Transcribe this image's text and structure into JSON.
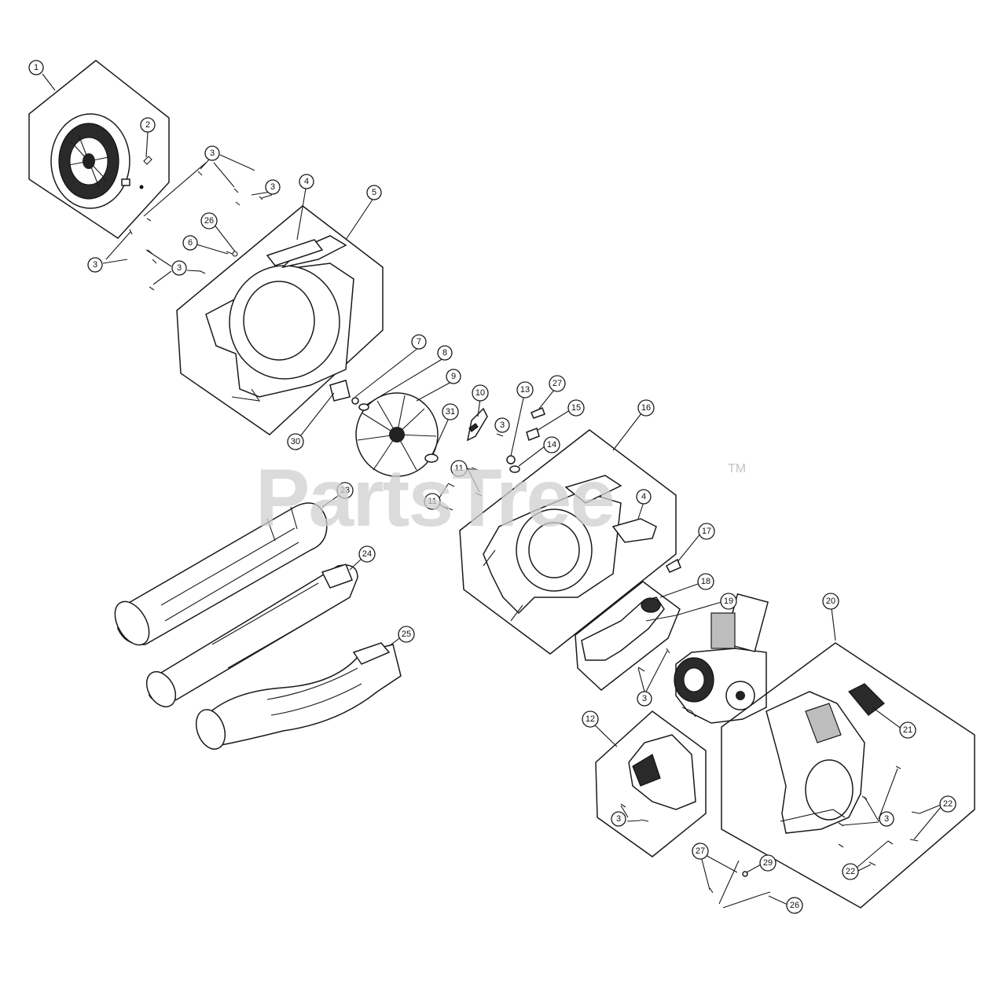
{
  "watermark": {
    "text": "PartsTree",
    "trademark": "TM"
  },
  "callouts": {
    "c1": "1",
    "c2": "2",
    "c3a": "3",
    "c3b": "3",
    "c3c": "3",
    "c3d": "3",
    "c3e": "3",
    "c3f": "3",
    "c3g": "3",
    "c3h": "3",
    "c4a": "4",
    "c4b": "4",
    "c5": "5",
    "c6": "6",
    "c7": "7",
    "c8": "8",
    "c9": "9",
    "c10": "10",
    "c11a": "11",
    "c11b": "11",
    "c12": "12",
    "c13": "13",
    "c14": "14",
    "c15": "15",
    "c16": "16",
    "c17": "17",
    "c18": "18",
    "c19": "19",
    "c20": "20",
    "c21": "21",
    "c22a": "22",
    "c22b": "22",
    "c23": "23",
    "c24": "24",
    "c25": "25",
    "c26a": "26",
    "c26b": "26",
    "c27a": "27",
    "c27b": "27",
    "c29": "29",
    "c30": "30",
    "c31": "31"
  }
}
